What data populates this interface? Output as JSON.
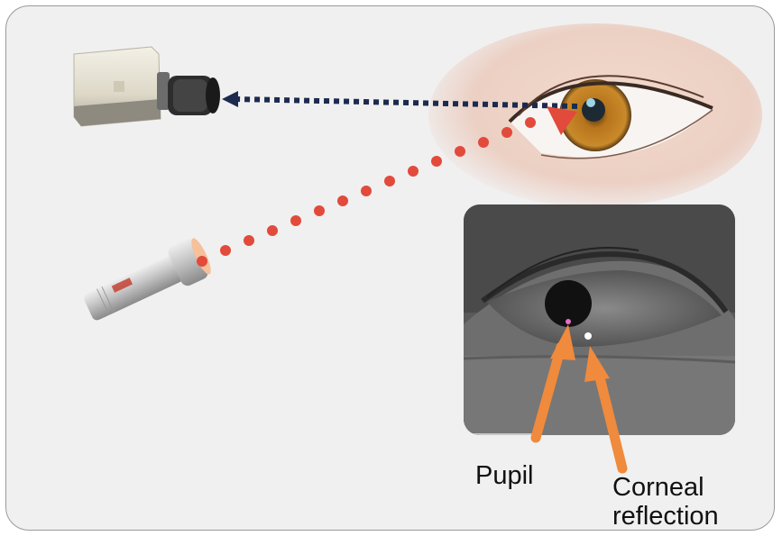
{
  "labels": {
    "pupil": "Pupil",
    "corneal": "Corneal\nreflection"
  },
  "colors": {
    "panel_background": "#f0f0f0",
    "gaze_line": "#1b2a4e",
    "light_ray": "#e24a3b",
    "pointer_arrow": "#f08a3c",
    "iris": "#b8741c"
  },
  "icons": [
    "camera-icon",
    "flashlight-icon",
    "eye-photo",
    "infrared-eye-image"
  ]
}
